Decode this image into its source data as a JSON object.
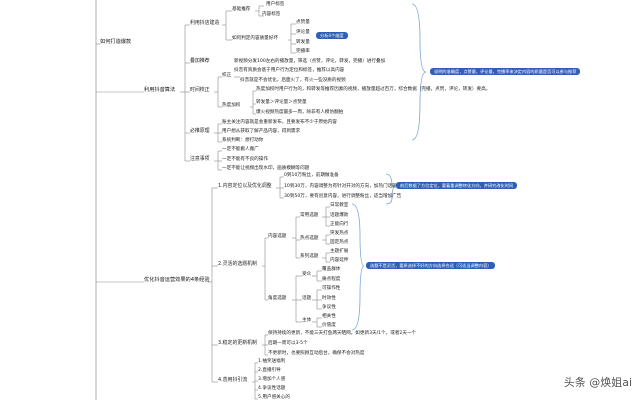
{
  "nodes": {
    "n_root1": "如何打造爆款",
    "n_root2": "利用抖音算法",
    "n_root3": "优化抖音运营效果的4条经验",
    "n_use_shop": "利用抖店建造",
    "n_basic": "基础推荐",
    "n_user_tag": "用户标签",
    "n_content_tag": "内容标签",
    "n_quality": "如何判定内容质量好坏",
    "n_like": "点赞量",
    "n_comment": "评论量",
    "n_forward": "转发量",
    "n_complete": "完播率",
    "n_stack": "叠加推荐",
    "n_stack_desc": "新视频分发100左右的播放量，筛选（点赞，评论，转发，完播）进行叠加",
    "n_stack_desc2": "抖音有资质会基于用户行为定位和标签，推荐以高内容",
    "n_time": "时间校正",
    "n_time_a": "校正",
    "n_time_a1": "抖音就是不会优化，后面火了，有火一些没质的视频",
    "n_time_b": "热度加权",
    "n_time_b1": "热度加权时用户行为的，和转发等推荐因素的视频，播放量超过百万，综合数据（完播，点赞，评论，转发）要高。",
    "n_time_b2": "转发量＞评论量＞点赞量",
    "n_time_b3": "爆火视频热度最多一周，除非有人模仿翻拍",
    "n_principle": "必推原理",
    "n_principle_1": "账主关注内容就是会重新发布，且要发布不少于原始内容",
    "n_principle_2": "用户想从获取了解产品内容，得到需求",
    "n_principle_3": "系统判断：想打动你",
    "n_notice": "注意事项",
    "n_notice_1": "一定不能搬人搬广",
    "n_notice_2": "一定不能有不良的操作",
    "n_notice_3": "一定不能让视频出现水印，画质模糊等问题",
    "n_s1": "1.内容定位以及优化调整",
    "n_s1_a": "0到10万粉丝，前期做准备",
    "n_s1_b": "10到30万，内容调整为有针对开对的方向，加热门话题",
    "n_s1_c": "30到50万，要有创意内容，进行调整粉丝，适当增加广告",
    "n_s2": "2.灵活的选题机制",
    "n_content_sel": "内容选题",
    "n_common": "常用选题",
    "n_cs1": "日常教室",
    "n_cs2": "话题爆款",
    "n_cs3": "正能向行",
    "n_hot": "热点选题",
    "n_hs1": "突发热点",
    "n_hs2": "固定热点",
    "n_series": "系列选题",
    "n_ss1": "主题扩展",
    "n_ss2": "内容延伸",
    "n_angle": "角度选题",
    "n_ta": "受众",
    "n_ta1": "覆盖群体",
    "n_ta2": "痛点程度",
    "n_topic": "话题",
    "n_tp1": "可操作性",
    "n_tp2": "时效性",
    "n_tp3": "争议性",
    "n_subject": "主体",
    "n_sb1": "相关性",
    "n_sb2": "价值度",
    "n_s3": "3.稳定的更新机制",
    "n_s3_a": "保持持续的更新，不能三天打鱼两天晒网。如更新3天/1个，或者2天一个",
    "n_s3_b": "后期一周可以3-5个",
    "n_s3_c": "不更新时，也要照顾互动后台，确保不会对热度",
    "n_s4": "4.善用抖引流",
    "n_s4_1": "1.抽奖送福利",
    "n_s4_2": "2.直播引导",
    "n_s4_3": "3.增加个人感",
    "n_s4_4": "4.争议性话题",
    "n_s4_5": "5.用户感关心的"
  },
  "notes": {
    "blue_small": "分析4个维度",
    "blue1": "说明的准确度，点赞量，评论量，完播率来决定内容的质量是否可以参与推荐",
    "blue2": "前后数据了方位定位，要着重调整转化方向，并研究改化时间",
    "blue3": "选题不是灵活，要原选择不好的方向选择合适（可适当调整内容）"
  },
  "watermark": "头条 @焕姐ai",
  "colors": {
    "line": "#8a8a8a",
    "badge": "#2f5fb5",
    "brace": "#7aa3d6"
  }
}
